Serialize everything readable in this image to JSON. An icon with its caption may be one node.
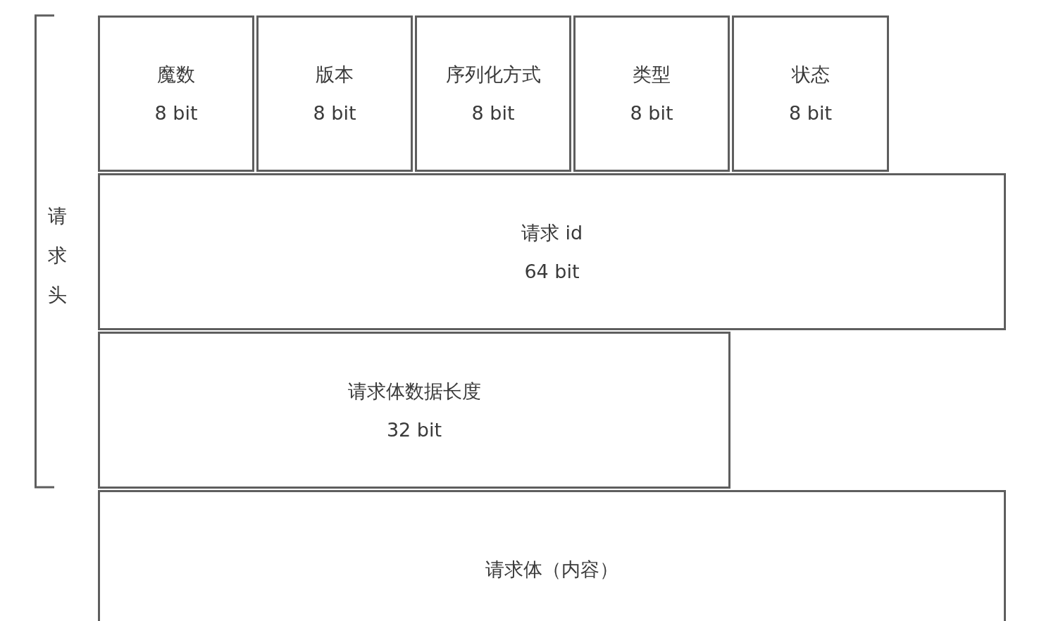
{
  "diagram": {
    "nodes": [
      {
        "text": [
          "魔数",
          "8 bit"
        ]
      },
      {
        "text": [
          "版本",
          "8 bit"
        ]
      },
      {
        "text": [
          "序列化方式",
          "8 bit"
        ]
      },
      {
        "text": [
          "类型",
          "8 bit"
        ]
      },
      {
        "text": [
          "状态",
          "8 bit"
        ]
      },
      {
        "text": [
          "请求 id",
          "64 bit"
        ]
      },
      {
        "text": [
          "请求体数据长度",
          "32 bit"
        ]
      },
      {
        "text": [
          "请求体（内容）"
        ]
      }
    ],
    "labels": [
      "请求头"
    ]
  }
}
